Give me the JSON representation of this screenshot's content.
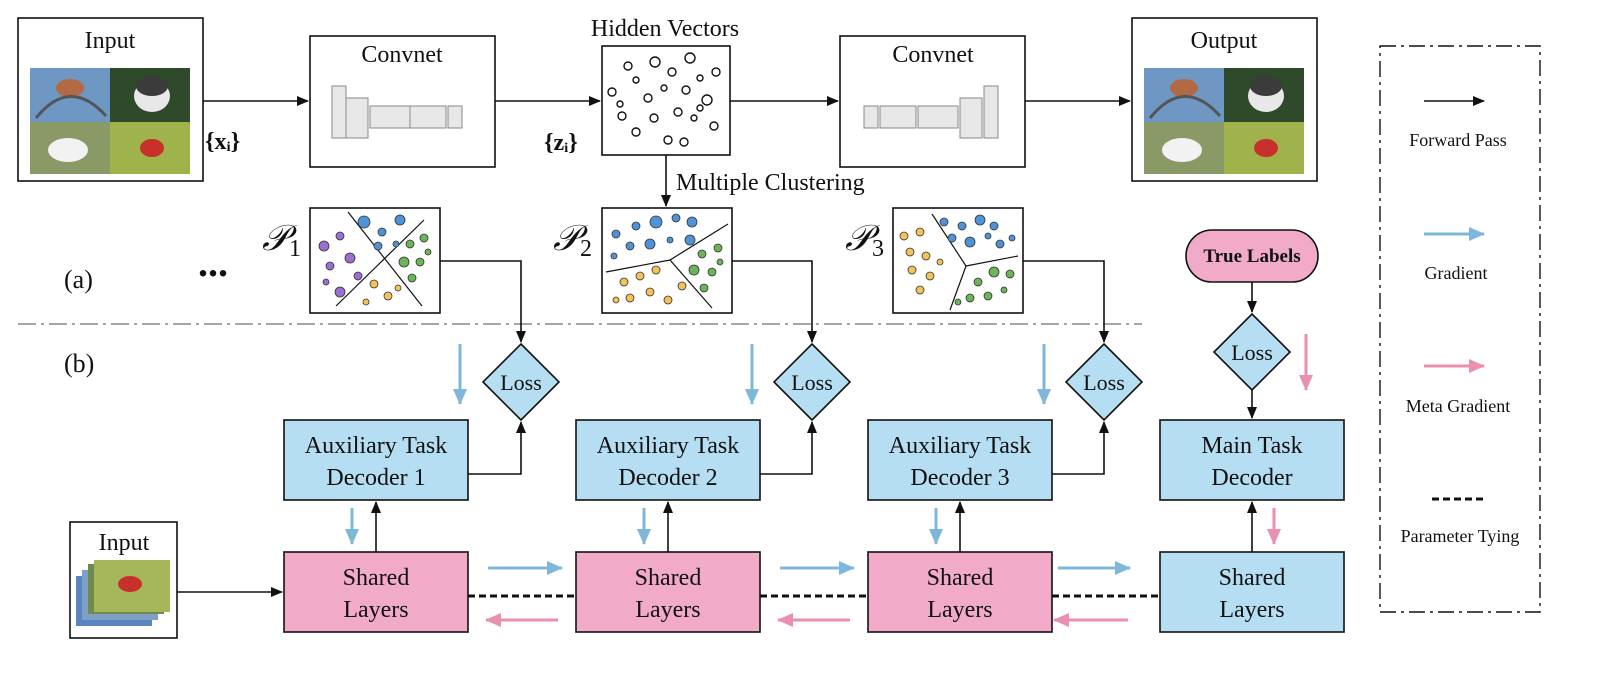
{
  "colors": {
    "blue_box": "#b6def3",
    "pink_box": "#f1abc8",
    "gradient_arrow": "#7fb7da",
    "meta_gradient_arrow": "#e98fb2",
    "cluster_blue": "#4f93d6",
    "cluster_green": "#6cb35a",
    "cluster_yellow": "#f2c35a",
    "cluster_purple": "#9b6fd0"
  },
  "panel_a": {
    "tag": "(a)",
    "input_title": "Input",
    "x_label": "{xᵢ}",
    "convnet_left": "Convnet",
    "hidden_title": "Hidden Vectors",
    "z_label": "{zᵢ}",
    "convnet_right": "Convnet",
    "output_title": "Output",
    "multiple_clustering": "Multiple Clustering",
    "ellipsis": "...",
    "partitions": [
      {
        "symbol": "𝒫",
        "index": "1"
      },
      {
        "symbol": "𝒫",
        "index": "2"
      },
      {
        "symbol": "𝒫",
        "index": "3"
      }
    ],
    "true_labels": "True Labels"
  },
  "panel_b": {
    "tag": "(b)",
    "input_title": "Input",
    "loss": "Loss",
    "aux_decoders": [
      {
        "line1": "Auxiliary Task",
        "line2": "Decoder 1"
      },
      {
        "line1": "Auxiliary Task",
        "line2": "Decoder 2"
      },
      {
        "line1": "Auxiliary Task",
        "line2": "Decoder 3"
      }
    ],
    "main_decoder": {
      "line1": "Main Task",
      "line2": "Decoder"
    },
    "shared": {
      "line1": "Shared",
      "line2": "Layers"
    }
  },
  "legend": {
    "forward_pass": "Forward Pass",
    "gradient": "Gradient",
    "meta_gradient": "Meta Gradient",
    "parameter_tying": "Parameter Tying"
  }
}
